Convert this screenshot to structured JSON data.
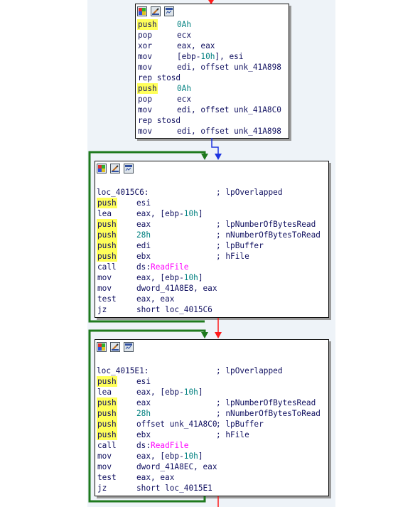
{
  "colors": {
    "true_edge": "#1e7a1e",
    "false_edge": "#ff1a1a",
    "next_edge": "#1e35e0",
    "highlight": "#ffff5a",
    "immediate": "#008080",
    "api_name": "#ff00ff",
    "canvas_bg": "#eef3f8"
  },
  "icons": [
    "color-palette-icon",
    "rename-icon",
    "graph-overview-icon"
  ],
  "blocks": [
    {
      "id": "block1",
      "lines": [
        {
          "m": "push",
          "o": [
            {
              "t": "0Ah",
              "c": "num"
            }
          ],
          "hl": true
        },
        {
          "m": "pop",
          "o": [
            {
              "t": "ecx"
            }
          ]
        },
        {
          "m": "xor",
          "o": [
            {
              "t": "eax, eax"
            }
          ]
        },
        {
          "m": "mov",
          "o": [
            {
              "t": "[ebp-"
            },
            {
              "t": "10h",
              "c": "num"
            },
            {
              "t": "], esi"
            }
          ]
        },
        {
          "m": "mov",
          "o": [
            {
              "t": "edi, offset unk_41A898"
            }
          ]
        },
        {
          "m": "rep stosd",
          "o": []
        },
        {
          "m": "push",
          "o": [
            {
              "t": "0Ah",
              "c": "num"
            }
          ],
          "hl": true
        },
        {
          "m": "pop",
          "o": [
            {
              "t": "ecx"
            }
          ]
        },
        {
          "m": "mov",
          "o": [
            {
              "t": "edi, offset unk_41A8C0"
            }
          ]
        },
        {
          "m": "rep stosd",
          "o": []
        },
        {
          "m": "mov",
          "o": [
            {
              "t": "edi, offset unk_41A898"
            }
          ]
        }
      ]
    },
    {
      "id": "block2",
      "lines": [
        {
          "blank": true
        },
        {
          "label": "loc_4015C6:",
          "cmt": "; lpOverlapped"
        },
        {
          "m": "push",
          "o": [
            {
              "t": "esi"
            }
          ],
          "hl": true
        },
        {
          "m": "lea",
          "o": [
            {
              "t": "eax, [ebp-"
            },
            {
              "t": "10h",
              "c": "num"
            },
            {
              "t": "]"
            }
          ]
        },
        {
          "m": "push",
          "o": [
            {
              "t": "eax"
            }
          ],
          "hl": true,
          "cmt": "; lpNumberOfBytesRead"
        },
        {
          "m": "push",
          "o": [
            {
              "t": "28h",
              "c": "num"
            }
          ],
          "hl": true,
          "cmt": "; nNumberOfBytesToRead"
        },
        {
          "m": "push",
          "o": [
            {
              "t": "edi"
            }
          ],
          "hl": true,
          "cmt": "; lpBuffer"
        },
        {
          "m": "push",
          "o": [
            {
              "t": "ebx"
            }
          ],
          "hl": true,
          "cmt": "; hFile"
        },
        {
          "m": "call",
          "o": [
            {
              "t": "ds:"
            },
            {
              "t": "ReadFile",
              "c": "api"
            }
          ]
        },
        {
          "m": "mov",
          "o": [
            {
              "t": "eax, [ebp-"
            },
            {
              "t": "10h",
              "c": "num"
            },
            {
              "t": "]"
            }
          ]
        },
        {
          "m": "mov",
          "o": [
            {
              "t": "dword_41A8E8, eax"
            }
          ]
        },
        {
          "m": "test",
          "o": [
            {
              "t": "eax, eax"
            }
          ]
        },
        {
          "m": "jz",
          "o": [
            {
              "t": "short loc_4015C6"
            }
          ]
        }
      ]
    },
    {
      "id": "block3",
      "lines": [
        {
          "blank": true
        },
        {
          "label": "loc_4015E1:",
          "cmt": "; lpOverlapped"
        },
        {
          "m": "push",
          "o": [
            {
              "t": "esi"
            }
          ],
          "hl": true
        },
        {
          "m": "lea",
          "o": [
            {
              "t": "eax, [ebp-"
            },
            {
              "t": "10h",
              "c": "num"
            },
            {
              "t": "]"
            }
          ]
        },
        {
          "m": "push",
          "o": [
            {
              "t": "eax"
            }
          ],
          "hl": true,
          "cmt": "; lpNumberOfBytesRead"
        },
        {
          "m": "push",
          "o": [
            {
              "t": "28h",
              "c": "num"
            }
          ],
          "hl": true,
          "cmt": "; nNumberOfBytesToRead"
        },
        {
          "m": "push",
          "o": [
            {
              "t": "offset unk_41A8C0"
            }
          ],
          "hl": true,
          "cmt": "; lpBuffer"
        },
        {
          "m": "push",
          "o": [
            {
              "t": "ebx"
            }
          ],
          "hl": true,
          "cmt": "; hFile"
        },
        {
          "m": "call",
          "o": [
            {
              "t": "ds:"
            },
            {
              "t": "ReadFile",
              "c": "api"
            }
          ]
        },
        {
          "m": "mov",
          "o": [
            {
              "t": "eax, [ebp-"
            },
            {
              "t": "10h",
              "c": "num"
            },
            {
              "t": "]"
            }
          ]
        },
        {
          "m": "mov",
          "o": [
            {
              "t": "dword_41A8EC, eax"
            }
          ]
        },
        {
          "m": "test",
          "o": [
            {
              "t": "eax, eax"
            }
          ]
        },
        {
          "m": "jz",
          "o": [
            {
              "t": "short loc_4015E1"
            }
          ]
        }
      ]
    }
  ]
}
